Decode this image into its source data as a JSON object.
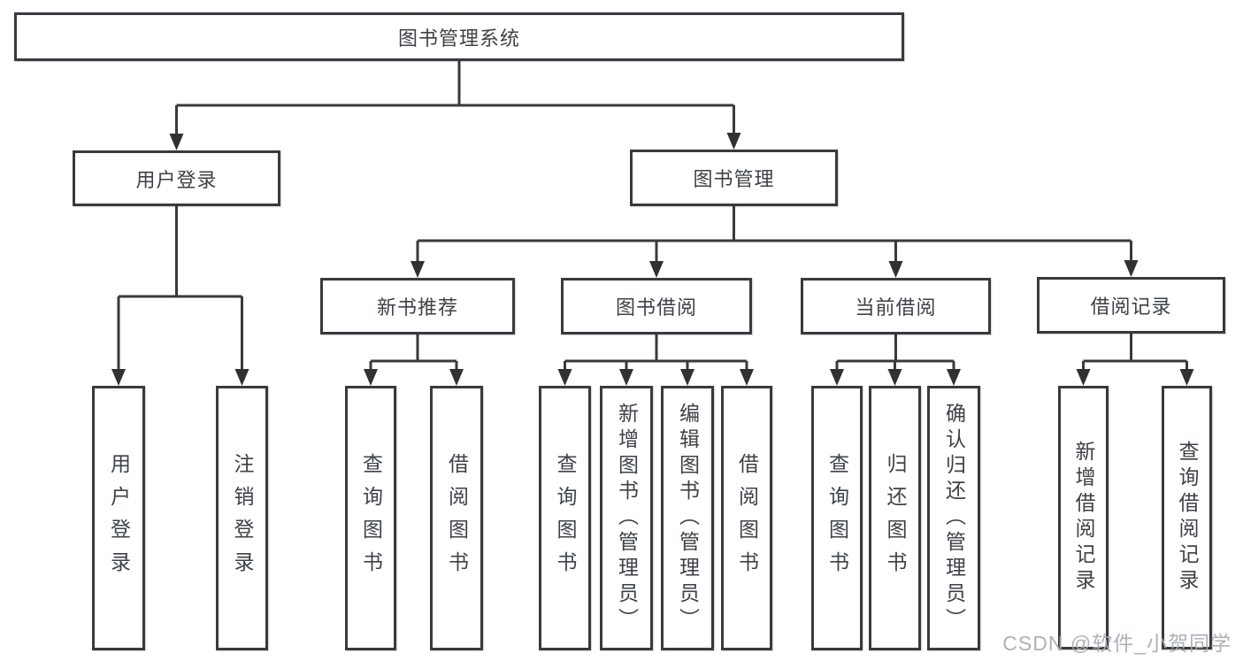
{
  "watermark": "CSDN @软件_小贺同学",
  "colors": {
    "line": "#383a3d",
    "text": "#3e4146",
    "watermark": "#a7abb0",
    "background": "#ffffff"
  },
  "tree": {
    "root": {
      "label": "图书管理系统",
      "children": [
        {
          "label": "用户登录",
          "children": [
            {
              "label": "用户登录"
            },
            {
              "label": "注销登录"
            }
          ]
        },
        {
          "label": "图书管理",
          "children": [
            {
              "label": "新书推荐",
              "children": [
                {
                  "label": "查询图书"
                },
                {
                  "label": "借阅图书"
                }
              ]
            },
            {
              "label": "图书借阅",
              "children": [
                {
                  "label": "查询图书"
                },
                {
                  "label": "新增图书（管理员）"
                },
                {
                  "label": "编辑图书（管理员）"
                },
                {
                  "label": "借阅图书"
                }
              ]
            },
            {
              "label": "当前借阅",
              "children": [
                {
                  "label": "查询图书"
                },
                {
                  "label": "归还图书"
                },
                {
                  "label": "确认归还（管理员）"
                }
              ]
            },
            {
              "label": "借阅记录",
              "children": [
                {
                  "label": "新增借阅记录"
                },
                {
                  "label": "查询借阅记录"
                }
              ]
            }
          ]
        }
      ]
    }
  }
}
